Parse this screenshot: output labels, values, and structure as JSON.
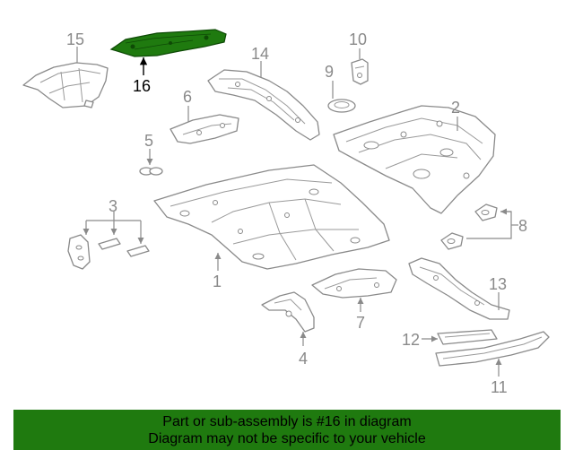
{
  "highlight_color": "#1f7a0f",
  "callouts": {
    "p1": "1",
    "p2": "2",
    "p3": "3",
    "p4": "4",
    "p5": "5",
    "p6": "6",
    "p7": "7",
    "p8": "8",
    "p9": "9",
    "p10": "10",
    "p11": "11",
    "p12": "12",
    "p13": "13",
    "p14": "14",
    "p15": "15",
    "p16": "16"
  },
  "banner": {
    "line1": "Part or sub-assembly is #16 in diagram",
    "line2": "Diagram may not be specific to your vehicle"
  }
}
